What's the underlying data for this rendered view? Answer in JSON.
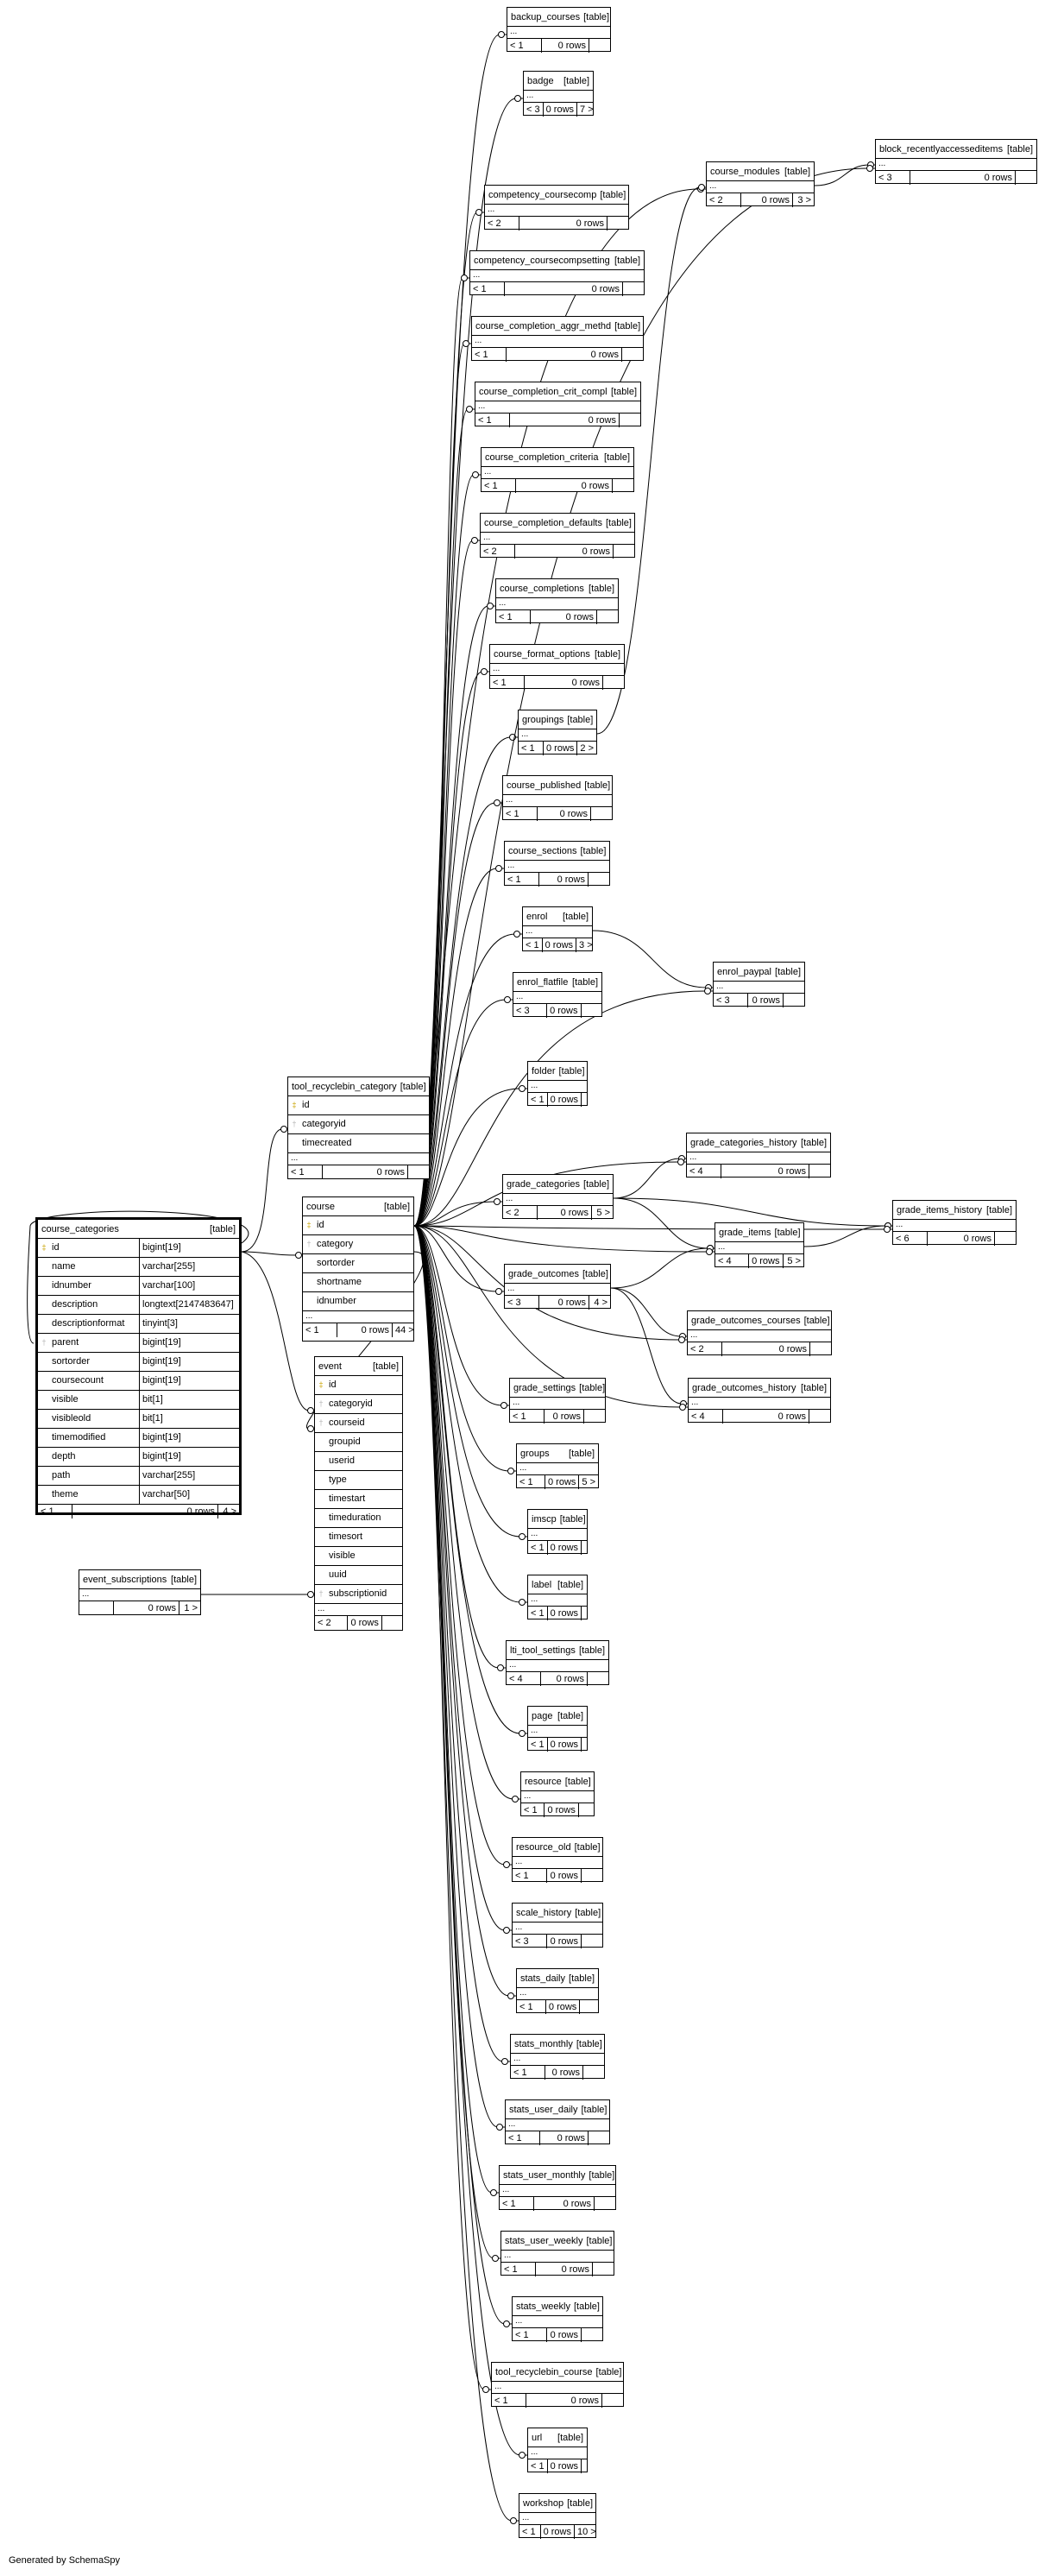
{
  "credit": "Generated by SchemaSpy",
  "focus": {
    "name": "course_categories",
    "type": "[table]",
    "columns": [
      {
        "key": "pk",
        "name": "id",
        "type": "bigint[19]"
      },
      {
        "key": "",
        "name": "name",
        "type": "varchar[255]"
      },
      {
        "key": "",
        "name": "idnumber",
        "type": "varchar[100]"
      },
      {
        "key": "",
        "name": "description",
        "type": "longtext[2147483647]"
      },
      {
        "key": "",
        "name": "descriptionformat",
        "type": "tinyint[3]"
      },
      {
        "key": "fk",
        "name": "parent",
        "type": "bigint[19]"
      },
      {
        "key": "",
        "name": "sortorder",
        "type": "bigint[19]"
      },
      {
        "key": "",
        "name": "coursecount",
        "type": "bigint[19]"
      },
      {
        "key": "",
        "name": "visible",
        "type": "bit[1]"
      },
      {
        "key": "",
        "name": "visibleold",
        "type": "bit[1]"
      },
      {
        "key": "",
        "name": "timemodified",
        "type": "bigint[19]"
      },
      {
        "key": "",
        "name": "depth",
        "type": "bigint[19]"
      },
      {
        "key": "",
        "name": "path",
        "type": "varchar[255]"
      },
      {
        "key": "",
        "name": "theme",
        "type": "varchar[50]"
      }
    ],
    "footer": {
      "parents": "< 1",
      "rows": "0 rows",
      "children": "4 >"
    }
  },
  "detail_tables": [
    {
      "id": "tool_recyclebin_category",
      "name": "tool_recyclebin_category",
      "type": "[table]",
      "columns": [
        {
          "key": "pk",
          "name": "id"
        },
        {
          "key": "fk",
          "name": "categoryid"
        },
        {
          "key": "",
          "name": "timecreated"
        }
      ],
      "footer": {
        "parents": "< 1",
        "rows": "0 rows",
        "children": ""
      }
    },
    {
      "id": "course",
      "name": "course",
      "type": "[table]",
      "columns": [
        {
          "key": "pk",
          "name": "id"
        },
        {
          "key": "fk",
          "name": "category"
        },
        {
          "key": "",
          "name": "sortorder"
        },
        {
          "key": "",
          "name": "shortname"
        },
        {
          "key": "",
          "name": "idnumber"
        }
      ],
      "footer": {
        "parents": "< 1",
        "rows": "0 rows",
        "children": "44 >"
      }
    },
    {
      "id": "event",
      "name": "event",
      "type": "[table]",
      "columns": [
        {
          "key": "pk",
          "name": "id"
        },
        {
          "key": "fk",
          "name": "categoryid"
        },
        {
          "key": "fk",
          "name": "courseid"
        },
        {
          "key": "",
          "name": "groupid"
        },
        {
          "key": "",
          "name": "userid"
        },
        {
          "key": "",
          "name": "type"
        },
        {
          "key": "",
          "name": "timestart"
        },
        {
          "key": "",
          "name": "timeduration"
        },
        {
          "key": "",
          "name": "timesort"
        },
        {
          "key": "",
          "name": "visible"
        },
        {
          "key": "",
          "name": "uuid"
        },
        {
          "key": "fk",
          "name": "subscriptionid"
        }
      ],
      "footer": {
        "parents": "< 2",
        "rows": "0 rows",
        "children": ""
      }
    }
  ],
  "tables": [
    {
      "id": "backup_courses",
      "name": "backup_courses",
      "type": "[table]",
      "parents": "< 1",
      "rows": "0 rows",
      "children": ""
    },
    {
      "id": "badge",
      "name": "badge",
      "type": "[table]",
      "parents": "< 3",
      "rows": "0 rows",
      "children": "7 >"
    },
    {
      "id": "block_recentlyaccesseditems",
      "name": "block_recentlyaccesseditems",
      "type": "[table]",
      "parents": "< 3",
      "rows": "0 rows",
      "children": ""
    },
    {
      "id": "course_modules",
      "name": "course_modules",
      "type": "[table]",
      "parents": "< 2",
      "rows": "0 rows",
      "children": "3 >"
    },
    {
      "id": "competency_coursecomp",
      "name": "competency_coursecomp",
      "type": "[table]",
      "parents": "< 2",
      "rows": "0 rows",
      "children": ""
    },
    {
      "id": "competency_coursecompsetting",
      "name": "competency_coursecompsetting",
      "type": "[table]",
      "parents": "< 1",
      "rows": "0 rows",
      "children": ""
    },
    {
      "id": "course_completion_aggr_methd",
      "name": "course_completion_aggr_methd",
      "type": "[table]",
      "parents": "< 1",
      "rows": "0 rows",
      "children": ""
    },
    {
      "id": "course_completion_crit_compl",
      "name": "course_completion_crit_compl",
      "type": "[table]",
      "parents": "< 1",
      "rows": "0 rows",
      "children": ""
    },
    {
      "id": "course_completion_criteria",
      "name": "course_completion_criteria",
      "type": "[table]",
      "parents": "< 1",
      "rows": "0 rows",
      "children": ""
    },
    {
      "id": "course_completion_defaults",
      "name": "course_completion_defaults",
      "type": "[table]",
      "parents": "< 2",
      "rows": "0 rows",
      "children": ""
    },
    {
      "id": "course_completions",
      "name": "course_completions",
      "type": "[table]",
      "parents": "< 1",
      "rows": "0 rows",
      "children": ""
    },
    {
      "id": "course_format_options",
      "name": "course_format_options",
      "type": "[table]",
      "parents": "< 1",
      "rows": "0 rows",
      "children": ""
    },
    {
      "id": "groupings",
      "name": "groupings",
      "type": "[table]",
      "parents": "< 1",
      "rows": "0 rows",
      "children": "2 >"
    },
    {
      "id": "course_published",
      "name": "course_published",
      "type": "[table]",
      "parents": "< 1",
      "rows": "0 rows",
      "children": ""
    },
    {
      "id": "course_sections",
      "name": "course_sections",
      "type": "[table]",
      "parents": "< 1",
      "rows": "0 rows",
      "children": ""
    },
    {
      "id": "enrol",
      "name": "enrol",
      "type": "[table]",
      "parents": "< 1",
      "rows": "0 rows",
      "children": "3 >"
    },
    {
      "id": "enrol_paypal",
      "name": "enrol_paypal",
      "type": "[table]",
      "parents": "< 3",
      "rows": "0 rows",
      "children": ""
    },
    {
      "id": "enrol_flatfile",
      "name": "enrol_flatfile",
      "type": "[table]",
      "parents": "< 3",
      "rows": "0 rows",
      "children": ""
    },
    {
      "id": "folder",
      "name": "folder",
      "type": "[table]",
      "parents": "< 1",
      "rows": "0 rows",
      "children": ""
    },
    {
      "id": "grade_categories_history",
      "name": "grade_categories_history",
      "type": "[table]",
      "parents": "< 4",
      "rows": "0 rows",
      "children": ""
    },
    {
      "id": "grade_categories",
      "name": "grade_categories",
      "type": "[table]",
      "parents": "< 2",
      "rows": "0 rows",
      "children": "5 >"
    },
    {
      "id": "grade_items_history",
      "name": "grade_items_history",
      "type": "[table]",
      "parents": "< 6",
      "rows": "0 rows",
      "children": ""
    },
    {
      "id": "grade_items",
      "name": "grade_items",
      "type": "[table]",
      "parents": "< 4",
      "rows": "0 rows",
      "children": "5 >"
    },
    {
      "id": "grade_outcomes",
      "name": "grade_outcomes",
      "type": "[table]",
      "parents": "< 3",
      "rows": "0 rows",
      "children": "4 >"
    },
    {
      "id": "grade_outcomes_courses",
      "name": "grade_outcomes_courses",
      "type": "[table]",
      "parents": "< 2",
      "rows": "0 rows",
      "children": ""
    },
    {
      "id": "grade_settings",
      "name": "grade_settings",
      "type": "[table]",
      "parents": "< 1",
      "rows": "0 rows",
      "children": ""
    },
    {
      "id": "grade_outcomes_history",
      "name": "grade_outcomes_history",
      "type": "[table]",
      "parents": "< 4",
      "rows": "0 rows",
      "children": ""
    },
    {
      "id": "groups",
      "name": "groups",
      "type": "[table]",
      "parents": "< 1",
      "rows": "0 rows",
      "children": "5 >"
    },
    {
      "id": "imscp",
      "name": "imscp",
      "type": "[table]",
      "parents": "< 1",
      "rows": "0 rows",
      "children": ""
    },
    {
      "id": "label",
      "name": "label",
      "type": "[table]",
      "parents": "< 1",
      "rows": "0 rows",
      "children": ""
    },
    {
      "id": "lti_tool_settings",
      "name": "lti_tool_settings",
      "type": "[table]",
      "parents": "< 4",
      "rows": "0 rows",
      "children": ""
    },
    {
      "id": "page",
      "name": "page",
      "type": "[table]",
      "parents": "< 1",
      "rows": "0 rows",
      "children": ""
    },
    {
      "id": "resource",
      "name": "resource",
      "type": "[table]",
      "parents": "< 1",
      "rows": "0 rows",
      "children": ""
    },
    {
      "id": "resource_old",
      "name": "resource_old",
      "type": "[table]",
      "parents": "< 1",
      "rows": "0 rows",
      "children": ""
    },
    {
      "id": "scale_history",
      "name": "scale_history",
      "type": "[table]",
      "parents": "< 3",
      "rows": "0 rows",
      "children": ""
    },
    {
      "id": "stats_daily",
      "name": "stats_daily",
      "type": "[table]",
      "parents": "< 1",
      "rows": "0 rows",
      "children": ""
    },
    {
      "id": "stats_monthly",
      "name": "stats_monthly",
      "type": "[table]",
      "parents": "< 1",
      "rows": "0 rows",
      "children": ""
    },
    {
      "id": "stats_user_daily",
      "name": "stats_user_daily",
      "type": "[table]",
      "parents": "< 1",
      "rows": "0 rows",
      "children": ""
    },
    {
      "id": "stats_user_monthly",
      "name": "stats_user_monthly",
      "type": "[table]",
      "parents": "< 1",
      "rows": "0 rows",
      "children": ""
    },
    {
      "id": "stats_user_weekly",
      "name": "stats_user_weekly",
      "type": "[table]",
      "parents": "< 1",
      "rows": "0 rows",
      "children": ""
    },
    {
      "id": "stats_weekly",
      "name": "stats_weekly",
      "type": "[table]",
      "parents": "< 1",
      "rows": "0 rows",
      "children": ""
    },
    {
      "id": "tool_recyclebin_course",
      "name": "tool_recyclebin_course",
      "type": "[table]",
      "parents": "< 1",
      "rows": "0 rows",
      "children": ""
    },
    {
      "id": "url",
      "name": "url",
      "type": "[table]",
      "parents": "< 1",
      "rows": "0 rows",
      "children": ""
    },
    {
      "id": "workshop",
      "name": "workshop",
      "type": "[table]",
      "parents": "< 1",
      "rows": "0 rows",
      "children": "10 >"
    }
  ],
  "event_subscriptions": {
    "name": "event_subscriptions",
    "type": "[table]",
    "parents": "",
    "rows": "0 rows",
    "children": "1 >"
  },
  "ellipsis": "..."
}
